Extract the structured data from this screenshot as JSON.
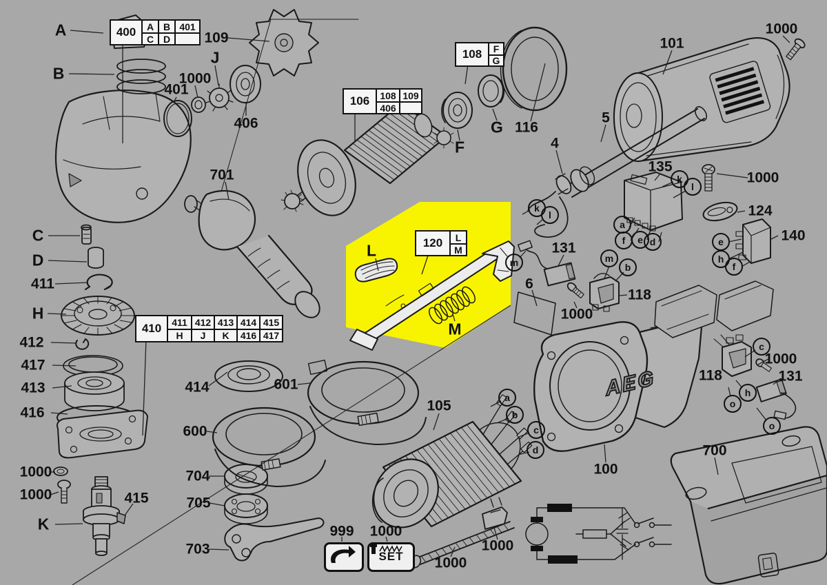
{
  "meta": {
    "type": "exploded-parts-diagram",
    "brand": "AEG",
    "background_color": "#a8a8a8",
    "highlight_color": "#f8f400",
    "line_color": "#1a1a1a"
  },
  "brand": "AEG",
  "labels": {
    "A": "A",
    "B": "B",
    "C": "C",
    "D": "D",
    "F": "F",
    "G": "G",
    "H": "H",
    "J": "J",
    "K": "K",
    "L": "L",
    "M": "M",
    "a": "a",
    "b": "b",
    "c": "c",
    "d": "d",
    "e": "e",
    "f": "f",
    "h": "h",
    "k": "k",
    "l": "l",
    "m": "m",
    "o": "o",
    "n4": "4",
    "n5": "5",
    "n6": "6",
    "n100": "100",
    "n101": "101",
    "n105": "105",
    "n109": "109",
    "n116": "116",
    "n118": "118",
    "n124": "124",
    "n131": "131",
    "n135": "135",
    "n140": "140",
    "n401": "401",
    "n406": "406",
    "n411": "411",
    "n412": "412",
    "n413": "413",
    "n414": "414",
    "n415": "415",
    "n416": "416",
    "n417": "417",
    "n600": "600",
    "n601": "601",
    "n700": "700",
    "n701": "701",
    "n703": "703",
    "n704": "704",
    "n705": "705",
    "n999": "999",
    "n1000": "1000",
    "set": "SET"
  },
  "tables": {
    "t400": {
      "main": "400",
      "r0c0": "A",
      "r0c1": "B",
      "r0c2": "401",
      "r1c0": "C",
      "r1c1": "D",
      "r1c2": ""
    },
    "t106": {
      "main": "106",
      "r0c0": "108",
      "r0c1": "109",
      "r1c0": "406",
      "r1c1": ""
    },
    "t108": {
      "main": "108",
      "r0c0": "F",
      "r1c0": "G"
    },
    "t410": {
      "main": "410",
      "r0c0": "411",
      "r0c1": "412",
      "r0c2": "413",
      "r0c3": "414",
      "r0c4": "415",
      "r1c0": "H",
      "r1c1": "J",
      "r1c2": "K",
      "r1c3": "416",
      "r1c4": "417"
    },
    "t120": {
      "main": "120",
      "r0c0": "L",
      "r1c0": "M"
    }
  }
}
